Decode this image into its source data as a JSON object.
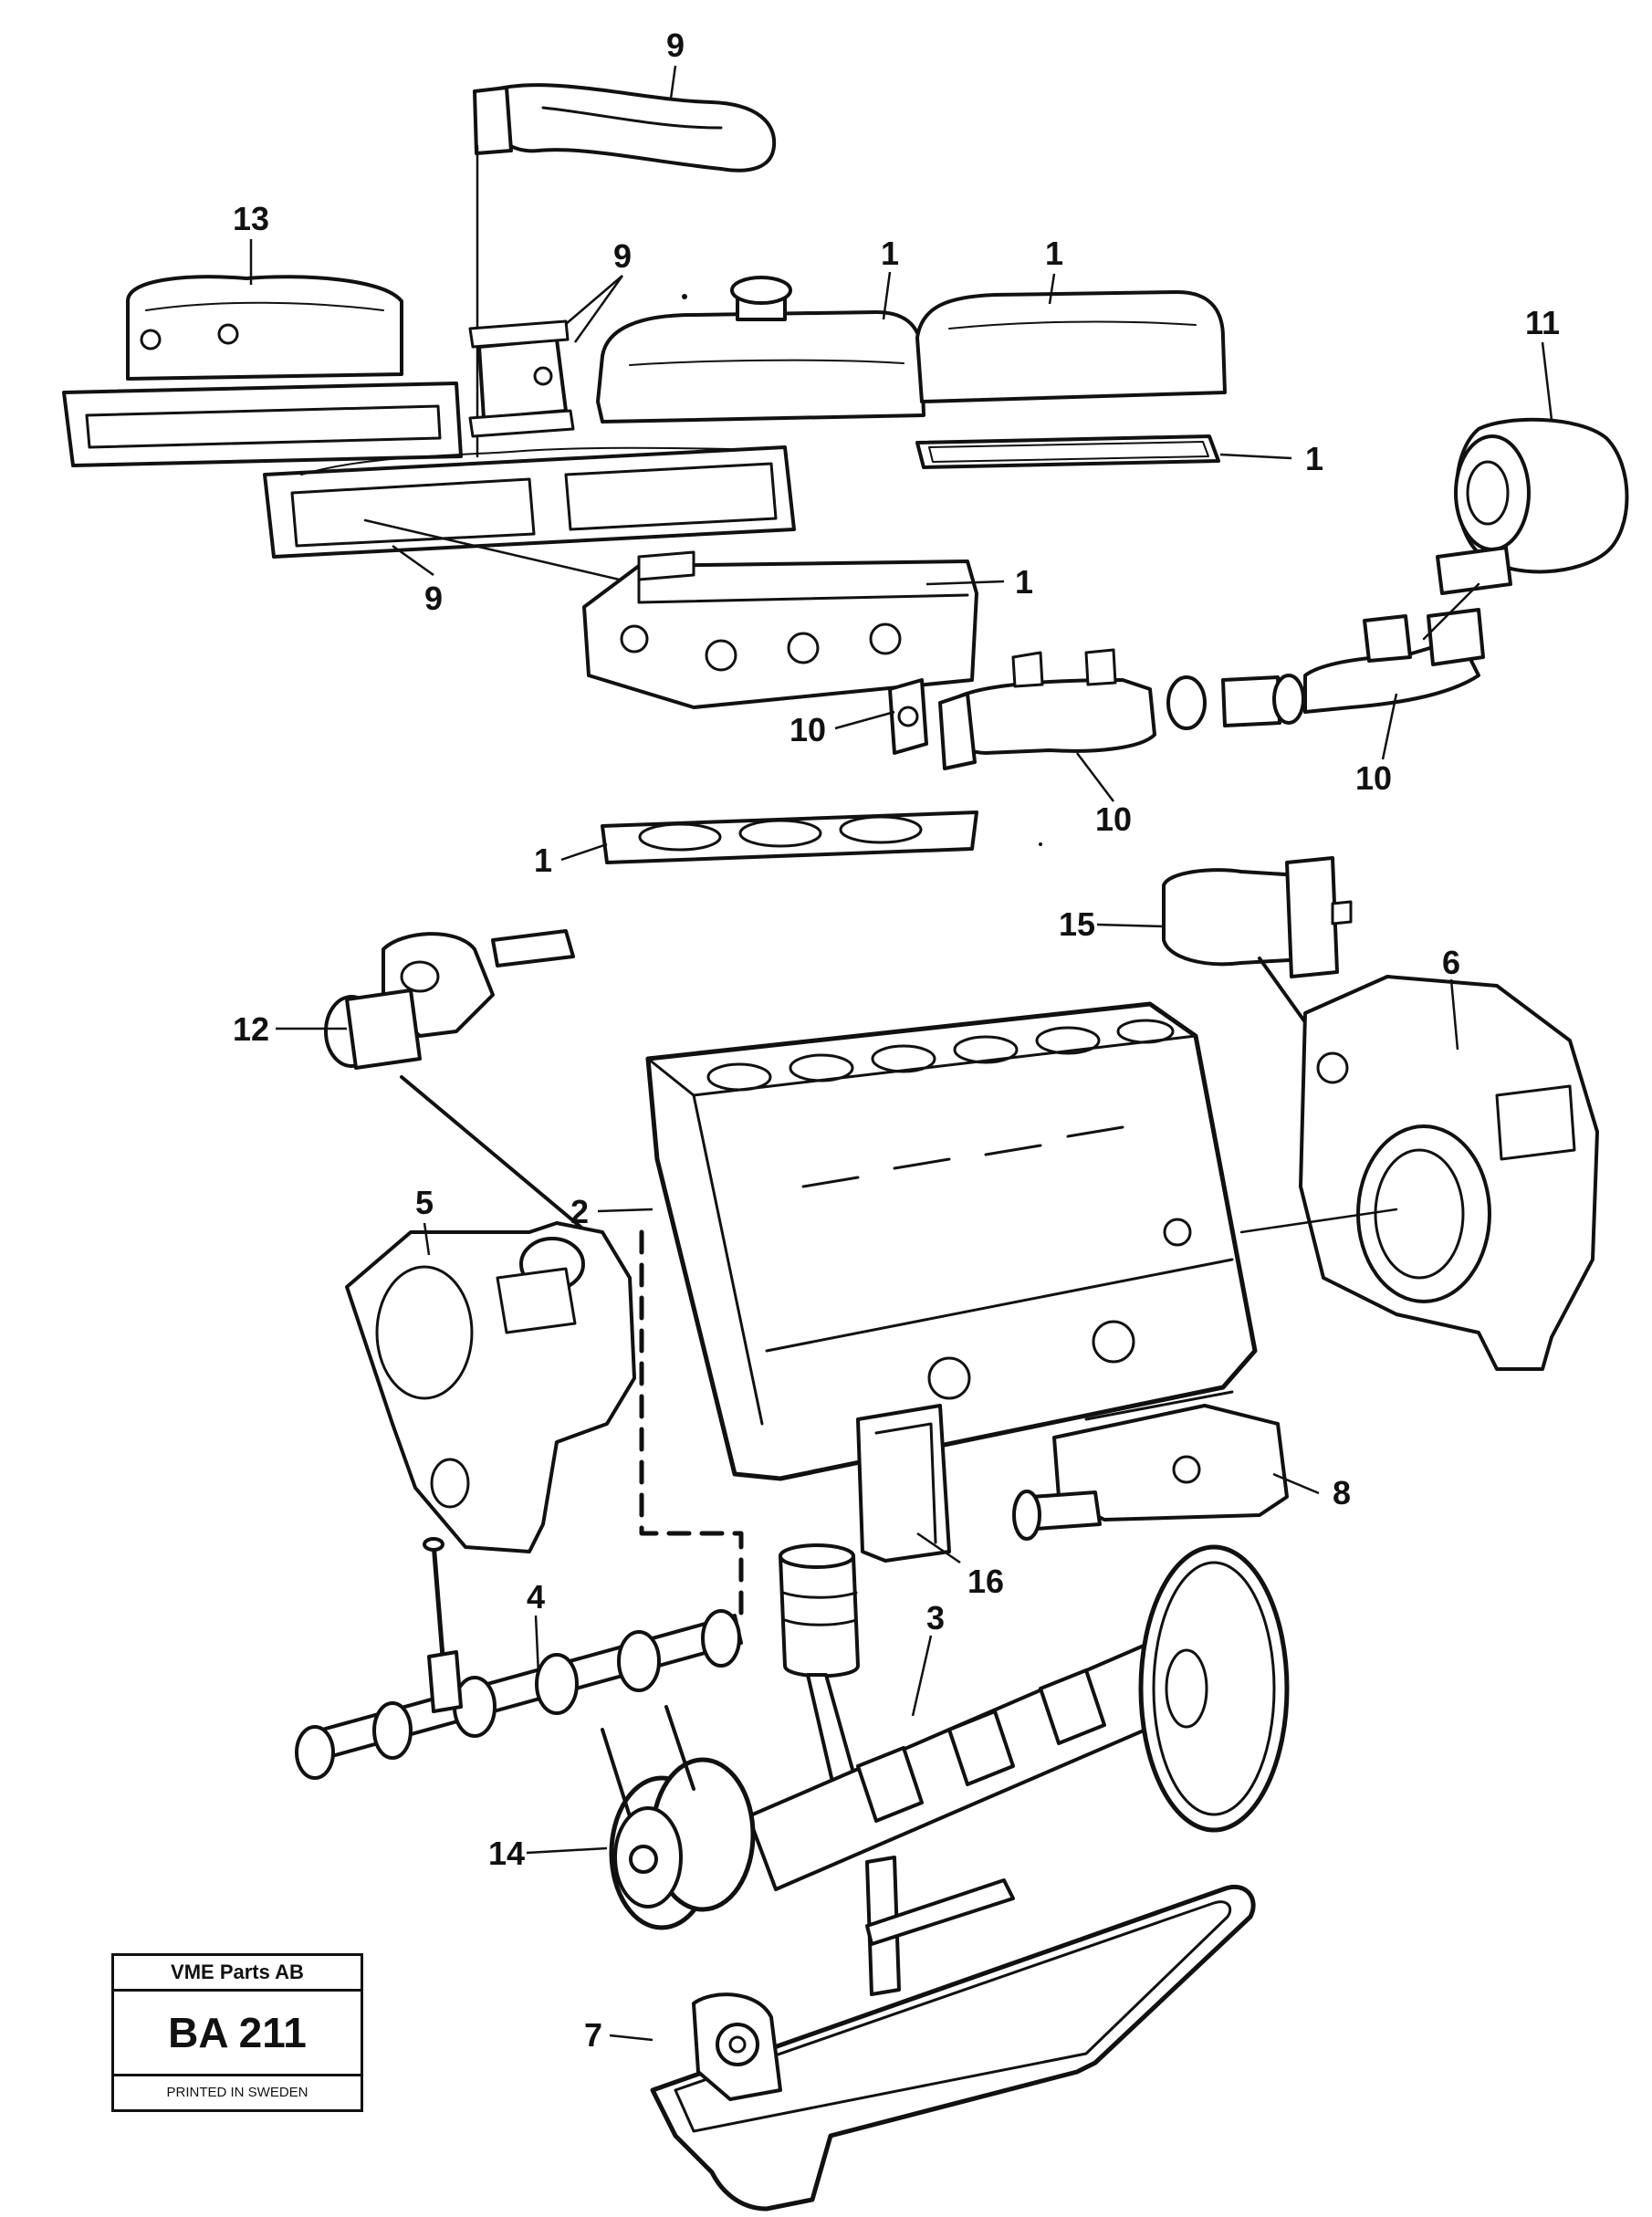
{
  "callouts": [
    {
      "label": "9"
    },
    {
      "label": "13"
    },
    {
      "label": "9"
    },
    {
      "label": "1"
    },
    {
      "label": "1"
    },
    {
      "label": "11"
    },
    {
      "label": "1"
    },
    {
      "label": "9"
    },
    {
      "label": "1"
    },
    {
      "label": "10"
    },
    {
      "label": "10"
    },
    {
      "label": "10"
    },
    {
      "label": "1"
    },
    {
      "label": "15"
    },
    {
      "label": "6"
    },
    {
      "label": "12"
    },
    {
      "label": "2"
    },
    {
      "label": "5"
    },
    {
      "label": "8"
    },
    {
      "label": "16"
    },
    {
      "label": "4"
    },
    {
      "label": "3"
    },
    {
      "label": "14"
    },
    {
      "label": "7"
    }
  ],
  "title_block": {
    "company": "VME Parts AB",
    "code": "BA 211",
    "printed": "PRINTED IN SWEDEN"
  }
}
